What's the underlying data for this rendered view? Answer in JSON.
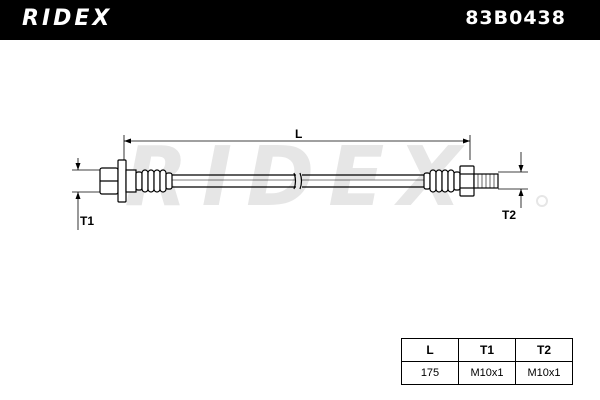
{
  "header": {
    "brand": "RIDEX",
    "part_number": "83B0438"
  },
  "diagram": {
    "label_length": "L",
    "label_thread_1": "T1",
    "label_thread_2": "T2",
    "watermark": "RIDEX"
  },
  "spec_table": {
    "headers": [
      "L",
      "T1",
      "T2"
    ],
    "values": [
      "175",
      "M10x1",
      "M10x1"
    ]
  },
  "colors": {
    "header_bg": "#000000",
    "line": "#000000",
    "watermark": "#e6e6e6"
  }
}
